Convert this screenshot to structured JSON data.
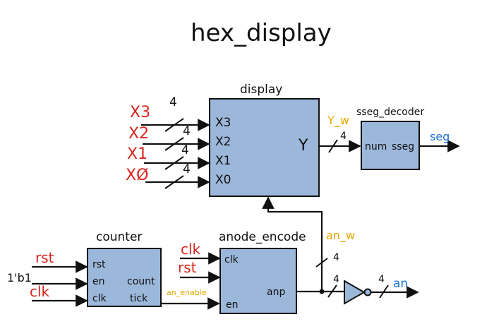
{
  "title": "hex_display",
  "colors": {
    "block_fill": "#9bb7d9",
    "red": "#d8261e",
    "yellow": "#e6a700",
    "blue": "#1a6fd6"
  },
  "display": {
    "name": "display",
    "ports": [
      "X3",
      "X2",
      "X1",
      "X0"
    ],
    "output": "Y",
    "inputs": [
      "X3",
      "X2",
      "X1",
      "XØ"
    ],
    "widths": [
      "4",
      "4",
      "4",
      "4"
    ]
  },
  "decoder": {
    "name": "sseg_decoder",
    "port_in": "num",
    "port_out": "sseg",
    "wire_in": "Y_w",
    "wire_in_width": "4",
    "output": "seg"
  },
  "counter": {
    "name": "counter",
    "port_rst": "rst",
    "port_en": "en",
    "port_clk": "clk",
    "port_count": "count",
    "port_tick": "tick",
    "in_rst": "rst",
    "in_en": "1'b1",
    "in_clk": "clk"
  },
  "anode": {
    "name": "anode_encode",
    "port_clk": "clk",
    "port_en": "en",
    "port_out": "anp",
    "in_clk": "clk",
    "in_rst": "rst",
    "enable_wire": "an_enable",
    "out_wire": "an_w",
    "w_up": "4",
    "w_mid": "4",
    "w_out": "4",
    "output": "an"
  }
}
